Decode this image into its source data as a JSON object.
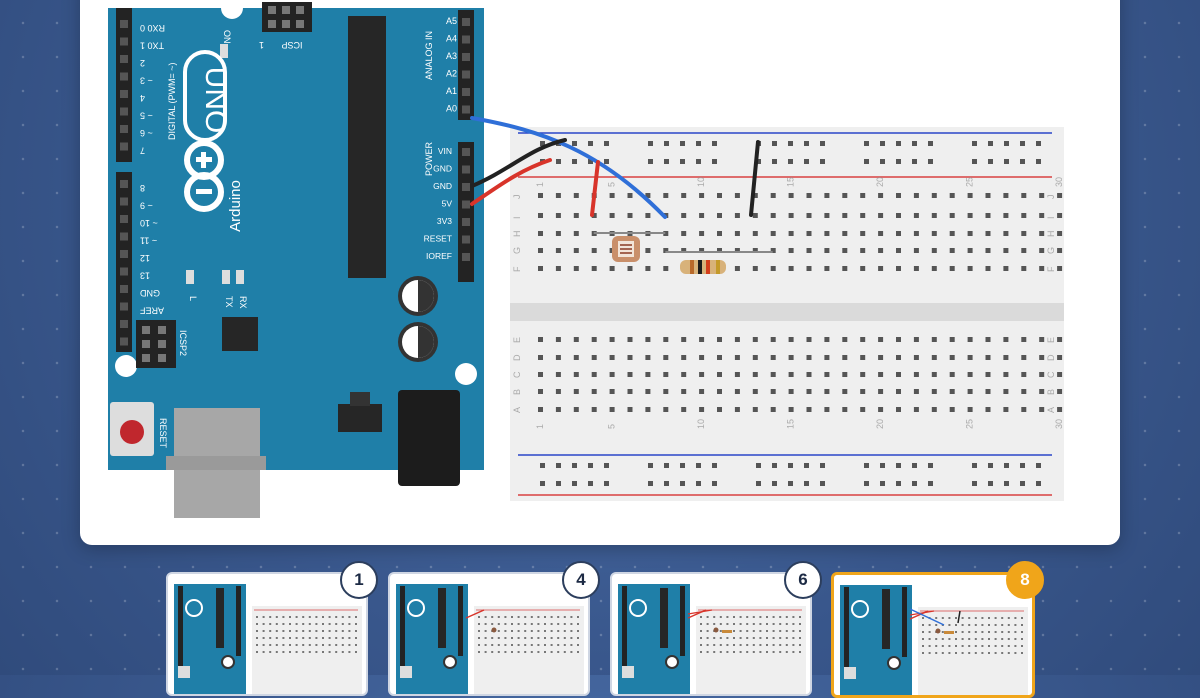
{
  "board": {
    "brand_uno": "UNO",
    "brand_arduino": "Arduino",
    "icsp_label": "ICSP",
    "icsp2_label": "ICSP2",
    "on_label": "ON",
    "reset_label": "RESET",
    "digital_label": "DIGITAL (PWM= ~)",
    "analog_label": "ANALOG IN",
    "power_label": "POWER",
    "l_label": "L",
    "tx_label": "TX",
    "rx_label": "RX",
    "one_label": "1",
    "digital_pins": [
      "RX0 0",
      "TX0 1",
      "2",
      "~ 3",
      "4",
      "~ 5",
      "~ 6",
      "7",
      "8",
      "~ 9",
      "~ 10",
      "~ 11",
      "12",
      "13",
      "GND",
      "AREF"
    ],
    "analog_pins": [
      "A5",
      "A4",
      "A3",
      "A2",
      "A1",
      "A0"
    ],
    "power_pins": [
      "VIN",
      "GND",
      "GND",
      "5V",
      "3V3",
      "RESET",
      "IOREF"
    ]
  },
  "breadboard": {
    "col_numbers": [
      "1",
      "5",
      "10",
      "15",
      "20",
      "25",
      "30"
    ],
    "rows_top": [
      "J",
      "I",
      "H",
      "G",
      "F"
    ],
    "rows_bottom": [
      "E",
      "D",
      "C",
      "B",
      "A"
    ]
  },
  "colors": {
    "board": "#1f7fa8",
    "header": "#232323",
    "wire_blue": "#2f6fd8",
    "wire_black": "#222222",
    "wire_red": "#d8342a",
    "rail_red": "#d94040",
    "rail_blue": "#2a46c8",
    "active": "#f0a51a"
  },
  "steps": [
    {
      "number": "1",
      "active": false
    },
    {
      "number": "4",
      "active": false
    },
    {
      "number": "6",
      "active": false
    },
    {
      "number": "8",
      "active": true
    }
  ]
}
